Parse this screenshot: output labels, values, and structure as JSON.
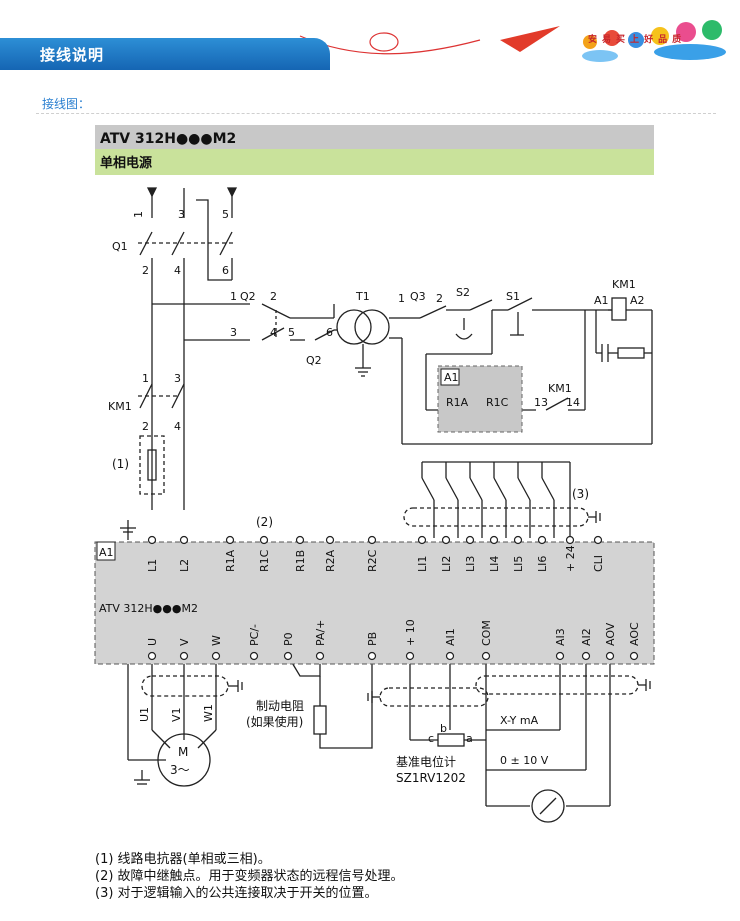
{
  "header": {
    "title": "接线说明",
    "slogan": [
      "安",
      "易",
      "买",
      "上",
      "好",
      "品",
      "质"
    ]
  },
  "section_label": "接线图：",
  "panel": {
    "model_title": "ATV 312H●●●M2",
    "subtitle": "单相电源"
  },
  "labels": {
    "q1": "Q1",
    "km1": "KM1",
    "q2": "Q2",
    "q2b": "Q2",
    "t1": "T1",
    "q3": "Q3",
    "s2": "S2",
    "s1": "S1",
    "km1_coil": "KM1",
    "a1_coil": "A1",
    "a2_coil": "A2",
    "a1_box": "A1",
    "r1a": "R1A",
    "r1c": "R1C",
    "n13": "13",
    "n14": "14",
    "km1_contact": "KM1",
    "note1": "(1)",
    "note2": "(2)",
    "note3": "(3)",
    "drive_tag": "A1",
    "drive_model": "ATV 312H●●●M2",
    "p1": "1",
    "p3": "3",
    "p5": "5",
    "p2": "2",
    "p4": "4",
    "p6": "6",
    "k1": "1",
    "k3": "3",
    "k2": "2",
    "k4": "4",
    "q2_1": "1",
    "q2_2": "2",
    "q2_3": "3",
    "q2_4": "4",
    "q2_5": "5",
    "q2_6": "6",
    "q3_1": "1",
    "q3_2": "2",
    "motor": "M",
    "motor_phase": "3～",
    "u1": "U1",
    "v1": "V1",
    "w1": "W1",
    "brake_res_1": "制动电阻",
    "brake_res_2": "(如果使用)",
    "pot_c": "c",
    "pot_b": "b",
    "pot_a": "a",
    "pot_name_1": "基准电位计",
    "pot_name_2": "SZ1RV1202",
    "xy_ma": "X-Y mA",
    "v10": "0 ± 10 V"
  },
  "top_terminals": [
    "L1",
    "L2",
    "R1A",
    "R1C",
    "R1B",
    "R2A",
    "R2C",
    "LI1",
    "LI2",
    "LI3",
    "LI4",
    "LI5",
    "LI6",
    "+ 24",
    "CLI"
  ],
  "bottom_terminals": [
    "U",
    "V",
    "W",
    "PC/-",
    "P0",
    "PA/+",
    "PB",
    "+ 10",
    "AI1",
    "COM",
    "AI3",
    "AI2",
    "AOV",
    "AOC"
  ],
  "notes": [
    "(1) 线路电抗器(单相或三相)。",
    "(2) 故障中继触点。用于变频器状态的远程信号处理。",
    "(3) 对于逻辑输入的公共连接取决于开关的位置。"
  ]
}
